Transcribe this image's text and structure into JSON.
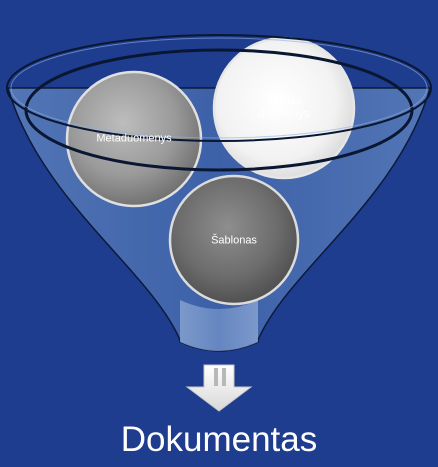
{
  "diagram": {
    "inputs": [
      {
        "id": "veiklos",
        "label": "Veiklos\nduomenys"
      },
      {
        "id": "metaduomenys",
        "label": "Metaduomenys"
      },
      {
        "id": "sablonas",
        "label": "Šablonas"
      }
    ],
    "output": {
      "label": "Dokumentas"
    },
    "colors": {
      "background": "#1f3d8e",
      "funnel_fill": "#3f66a8",
      "funnel_rim": "#0a1733",
      "arrow_fill": "#ffffff"
    }
  }
}
